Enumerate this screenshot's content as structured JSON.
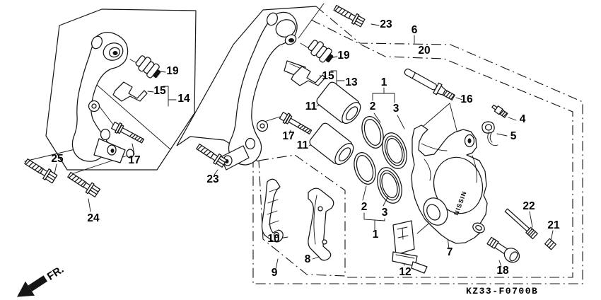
{
  "figure": {
    "part_code": "KZ33-F0700B",
    "direction_label": "FR.",
    "brand_label": "NISSIN"
  },
  "callouts": [
    {
      "id": "top-mount-bolt",
      "text": "23"
    },
    {
      "id": "caliper-assembly-group",
      "text": "6"
    },
    {
      "id": "caliper-sub-assembly-group",
      "text": "20"
    },
    {
      "id": "left-pin-boot",
      "text": "19"
    },
    {
      "id": "left-pad-retainer",
      "text": "15"
    },
    {
      "id": "left-bracket-group",
      "text": "14"
    },
    {
      "id": "left-pad-pin",
      "text": "17"
    },
    {
      "id": "flange-bolt-25",
      "text": "25"
    },
    {
      "id": "flange-bolt-24",
      "text": "24"
    },
    {
      "id": "center-mount-bolt",
      "text": "23"
    },
    {
      "id": "center-pin-boot",
      "text": "19"
    },
    {
      "id": "center-pad-retainer",
      "text": "15"
    },
    {
      "id": "retainer-set",
      "text": "13"
    },
    {
      "id": "piston-upper",
      "text": "11"
    },
    {
      "id": "piston-lower",
      "text": "11"
    },
    {
      "id": "center-pad-pin",
      "text": "17"
    },
    {
      "id": "seal-set-upper",
      "text": "1"
    },
    {
      "id": "piston-seal-upper",
      "text": "2"
    },
    {
      "id": "dust-seal-upper",
      "text": "3"
    },
    {
      "id": "hanger-pin",
      "text": "16"
    },
    {
      "id": "bleeder-valve",
      "text": "4"
    },
    {
      "id": "bleeder-cap",
      "text": "5"
    },
    {
      "id": "piston-seal-lower",
      "text": "2"
    },
    {
      "id": "dust-seal-lower",
      "text": "3"
    },
    {
      "id": "seal-set-lower",
      "text": "1"
    },
    {
      "id": "brake-pad-left",
      "text": "10"
    },
    {
      "id": "brake-pad-right",
      "text": "8"
    },
    {
      "id": "pad-set-group",
      "text": "9"
    },
    {
      "id": "pad-spring",
      "text": "12"
    },
    {
      "id": "caliper-body",
      "text": "7"
    },
    {
      "id": "pin-boot-18",
      "text": "18"
    },
    {
      "id": "pad-pin-22",
      "text": "22"
    },
    {
      "id": "pin-plug-21",
      "text": "21"
    }
  ]
}
